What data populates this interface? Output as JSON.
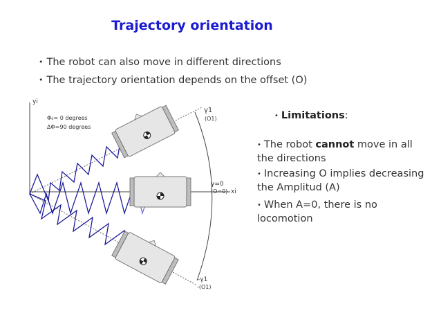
{
  "slide": {
    "title": "Trajectory orientation",
    "bullets": [
      "The robot can also move in different directions",
      "The trajectory orientation depends on the offset (O)"
    ],
    "limitations": {
      "label": "Limitations",
      "suffix": ":",
      "items": [
        {
          "pre": "The robot ",
          "bold": "cannot",
          "post": " move in all the directions"
        },
        {
          "pre": "Increasing O implies decreasing the Amplitud (A)",
          "bold": "",
          "post": ""
        },
        {
          "pre": "When A=0, there is no locomotion",
          "bold": "",
          "post": ""
        }
      ]
    }
  },
  "diagram": {
    "y_axis_label": "yi",
    "x_axis_label": "xi",
    "phi_label": "Φ₀= 0 degrees",
    "dphi_label": "ΔΦ=90 degrees",
    "gamma1_label": "γ1",
    "gamma1_sub": "(O1)",
    "gamma0_label": "γ=0",
    "gamma0_sub": "(O=0)",
    "gamma_neg_label": "-γ1",
    "gamma_neg_sub": "-(O1)",
    "colors": {
      "trajectory": "#1c1c9a",
      "trajectory_light": "#7070d8",
      "robot_fill": "#e6e6e6",
      "robot_stroke": "#777777",
      "title": "#1a1ad0"
    }
  }
}
